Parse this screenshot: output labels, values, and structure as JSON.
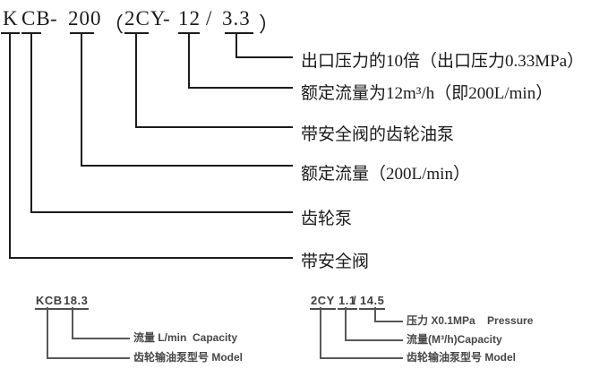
{
  "page": {
    "background": "#ffffff",
    "ink_primary": "#1b1b1b",
    "ink_secondary": "#474747"
  },
  "model_code": {
    "full": "K CB - 200 （ 2CY - 12 / 3.3 ）",
    "segments": [
      "K",
      "CB",
      "-",
      "200",
      "（",
      "2CY",
      "-",
      "12",
      "/",
      "3.3",
      "）"
    ]
  },
  "callouts": [
    {
      "label": "出口压力的10倍（出口压力0.33MPa）"
    },
    {
      "label": "额定流量为12m³/h（即200L/min）"
    },
    {
      "label": "带安全阀的齿轮油泵"
    },
    {
      "label": "额定流量（200L/min）"
    },
    {
      "label": "齿轮泵"
    },
    {
      "label": "带安全阀"
    }
  ],
  "kcb_legend": {
    "code": "KCB",
    "value": "18.3",
    "rows": [
      {
        "label": "流量 L/min  Capacity"
      },
      {
        "label": "齿轮输油泵型号 Model"
      }
    ]
  },
  "cy_legend": {
    "code": "2CY",
    "flow_value": "1.1",
    "separator": "/",
    "pressure_value": "14.5",
    "rows": [
      {
        "label": "压力 X0.1MPa    Pressure"
      },
      {
        "label": "流量(M³/h)Capacity"
      },
      {
        "label": "齿轮输油泵型号 Model"
      }
    ]
  }
}
